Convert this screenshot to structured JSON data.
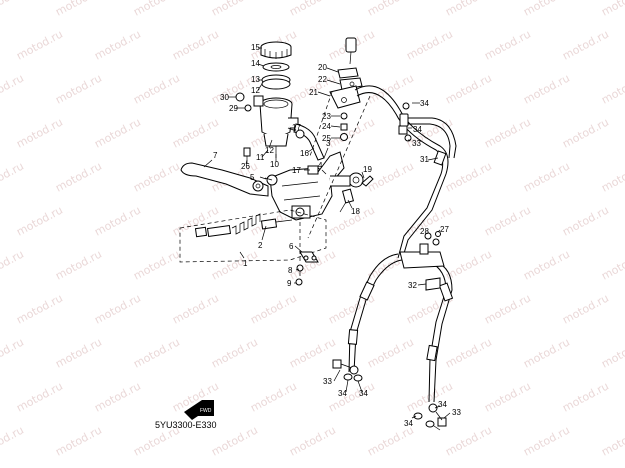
{
  "diagram": {
    "watermark_text": "motod.ru",
    "catalog_code": "5YU3300-E330",
    "fwd_label": "FWD",
    "callouts": {
      "c1": "1",
      "c2": "2",
      "c3": "3",
      "c4": "4",
      "c5": "5",
      "c6": "6",
      "c7": "7",
      "c8": "8",
      "c9": "9",
      "c10": "10",
      "c11": "11",
      "c12": "12",
      "c13": "13",
      "c14": "14",
      "c15": "15",
      "c16": "16",
      "c17a": "17",
      "c17b": "17",
      "c18": "18",
      "c19": "19",
      "c20": "20",
      "c21": "21",
      "c22": "22",
      "c23": "23",
      "c24": "24",
      "c25": "25",
      "c26": "26",
      "c27": "27",
      "c28": "28",
      "c29": "29",
      "c30": "30",
      "c31": "31",
      "c32": "32",
      "c33a": "33",
      "c33b": "33",
      "c33c": "33",
      "c34a": "34",
      "c34b": "34",
      "c34c": "34",
      "c34d": "34",
      "c34e": "34",
      "c34f": "34"
    }
  }
}
